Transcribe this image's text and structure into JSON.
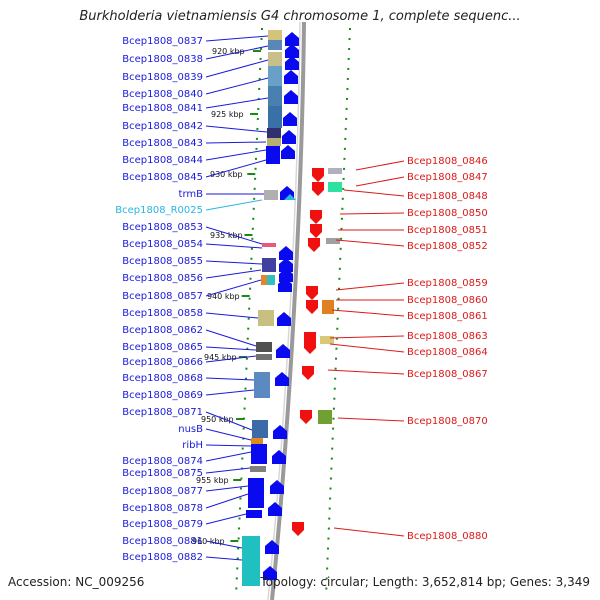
{
  "title": "Burkholderia vietnamiensis G4 chromosome 1, complete sequenc...",
  "accession": "Accession: NC_009256",
  "footer": "Topology: circular; Length: 3,652,814 bp; Genes: 3,349",
  "colors": {
    "left_label": "#1a1adc",
    "rna_label": "#29b6e0",
    "right_label": "#dc1a1a",
    "forward_gene": "#0a0af0",
    "reverse_gene": "#f01010",
    "backbone": "#9a9a9a",
    "tick": "#1a8a1a"
  },
  "kbp_labels": [
    "920 kbp",
    "925 kbp",
    "930 kbp",
    "935 kbp",
    "940 kbp",
    "945 kbp",
    "950 kbp",
    "955 kbp",
    "960 kbp"
  ],
  "left_labels": [
    "Bcep1808_0837",
    "Bcep1808_0838",
    "Bcep1808_0839",
    "Bcep1808_0840",
    "Bcep1808_0841",
    "Bcep1808_0842",
    "Bcep1808_0843",
    "Bcep1808_0844",
    "Bcep1808_0845",
    "trmB",
    "Bcep1808_R0025",
    "Bcep1808_0853",
    "Bcep1808_0854",
    "Bcep1808_0855",
    "Bcep1808_0856",
    "Bcep1808_0857",
    "Bcep1808_0858",
    "Bcep1808_0862",
    "Bcep1808_0865",
    "Bcep1808_0866",
    "Bcep1808_0868",
    "Bcep1808_0869",
    "Bcep1808_0871",
    "nusB",
    "ribH",
    "Bcep1808_0874",
    "Bcep1808_0875",
    "Bcep1808_0877",
    "Bcep1808_0878",
    "Bcep1808_0879",
    "Bcep1808_0881",
    "Bcep1808_0882"
  ],
  "right_labels": [
    "Bcep1808_0846",
    "Bcep1808_0847",
    "Bcep1808_0848",
    "Bcep1808_0850",
    "Bcep1808_0851",
    "Bcep1808_0852",
    "Bcep1808_0859",
    "Bcep1808_0860",
    "Bcep1808_0861",
    "Bcep1808_0863",
    "Bcep1808_0864",
    "Bcep1808_0867",
    "Bcep1808_0870",
    "Bcep1808_0880"
  ]
}
